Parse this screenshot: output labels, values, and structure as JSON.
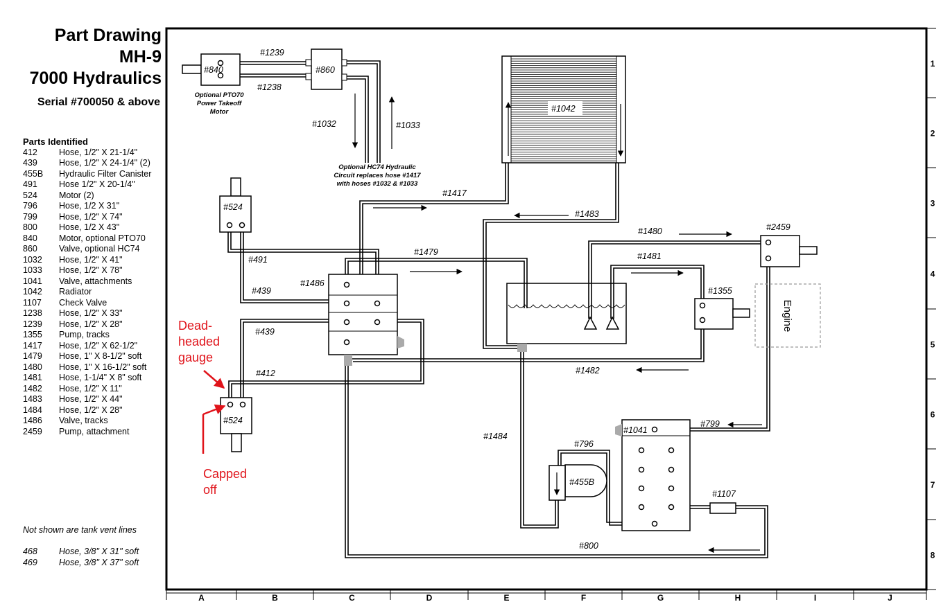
{
  "header": {
    "title_line1": "Part Drawing",
    "title_line2": "MH-9",
    "title_line3": "7000 Hydraulics",
    "serial": "Serial #700050 & above"
  },
  "parts": {
    "heading": "Parts Identified",
    "items": [
      {
        "num": "412",
        "desc": "Hose, 1/2\" X 21-1/4\""
      },
      {
        "num": "439",
        "desc": "Hose, 1/2\" X 24-1/4\"   (2)"
      },
      {
        "num": "455B",
        "desc": "Hydraulic Filter Canister"
      },
      {
        "num": "491",
        "desc": "Hose 1/2\" X 20-1/4\""
      },
      {
        "num": "524",
        "desc": "Motor (2)"
      },
      {
        "num": "796",
        "desc": "Hose, 1/2 X 31\""
      },
      {
        "num": "799",
        "desc": "Hose, 1/2\" X 74\""
      },
      {
        "num": "800",
        "desc": "Hose, 1/2 X 43\""
      },
      {
        "num": "840",
        "desc": "Motor, optional PTO70"
      },
      {
        "num": "860",
        "desc": "Valve, optional HC74"
      },
      {
        "num": "1032",
        "desc": "Hose, 1/2\" X 41\""
      },
      {
        "num": "1033",
        "desc": "Hose, 1/2\" X 78\""
      },
      {
        "num": "1041",
        "desc": "Valve, attachments"
      },
      {
        "num": "1042",
        "desc": "Radiator"
      },
      {
        "num": "1107",
        "desc": "Check Valve"
      },
      {
        "num": "1238",
        "desc": "Hose, 1/2\" X 33\""
      },
      {
        "num": "1239",
        "desc": "Hose, 1/2\" X 28\""
      },
      {
        "num": "1355",
        "desc": "Pump, tracks"
      },
      {
        "num": "1417",
        "desc": "Hose, 1/2\" X 62-1/2\""
      },
      {
        "num": "1479",
        "desc": "Hose, 1\" X 8-1/2\" soft"
      },
      {
        "num": "1480",
        "desc": "Hose, 1\" X 16-1/2\" soft"
      },
      {
        "num": "1481",
        "desc": "Hose, 1-1/4\" X 8\" soft"
      },
      {
        "num": "1482",
        "desc": "Hose, 1/2\" X 11\""
      },
      {
        "num": "1483",
        "desc": "Hose, 1/2\" X 44\""
      },
      {
        "num": "1484",
        "desc": "Hose, 1/2\" X 28\""
      },
      {
        "num": "1486",
        "desc": "Valve, tracks"
      },
      {
        "num": "2459",
        "desc": "Pump, attachment"
      }
    ]
  },
  "notes": {
    "vent": "Not shown are tank vent lines",
    "vent_items": [
      {
        "num": "468",
        "desc": "Hose, 3/8\" X 31\" soft"
      },
      {
        "num": "469",
        "desc": "Hose, 3/8\" X 37\" soft"
      }
    ]
  },
  "diagram": {
    "components": {
      "m840": "#840",
      "v860": "#860",
      "m524_top": "#524",
      "m524_bot": "#524",
      "v1486": "#1486",
      "rad": "#1042",
      "p2459": "#2459",
      "p1355": "#1355",
      "v1041": "#1041",
      "f455b": "#455B",
      "cv1107": "#1107",
      "engine": "Engine"
    },
    "hoses": {
      "h1239": "#1239",
      "h1238": "#1238",
      "h1032": "#1032",
      "h1033": "#1033",
      "h1417": "#1417",
      "h1483": "#1483",
      "h1479": "#1479",
      "h1480": "#1480",
      "h1481": "#1481",
      "h491": "#491",
      "h439a": "#439",
      "h439b": "#439",
      "h412": "#412",
      "h1482": "#1482",
      "h1484": "#1484",
      "h799": "#799",
      "h796": "#796",
      "h800": "#800"
    },
    "notes": {
      "pto_line1": "Optional PTO70",
      "pto_line2": "Power Takeoff",
      "pto_line3": "Motor",
      "hc_line1": "Optional HC74 Hydraulic",
      "hc_line2": "Circuit replaces hose #1417",
      "hc_line3": "with hoses #1032 & #1033"
    },
    "annotations": {
      "dead1": "Dead-",
      "dead2": "headed",
      "dead3": "gauge",
      "capped1": "Capped",
      "capped2": "off",
      "color": "#e0131a"
    },
    "grid_cols": [
      "A",
      "B",
      "C",
      "D",
      "E",
      "F",
      "G",
      "H",
      "I",
      "J"
    ],
    "grid_rows": [
      "1",
      "2",
      "3",
      "4",
      "5",
      "6",
      "7",
      "8"
    ]
  }
}
